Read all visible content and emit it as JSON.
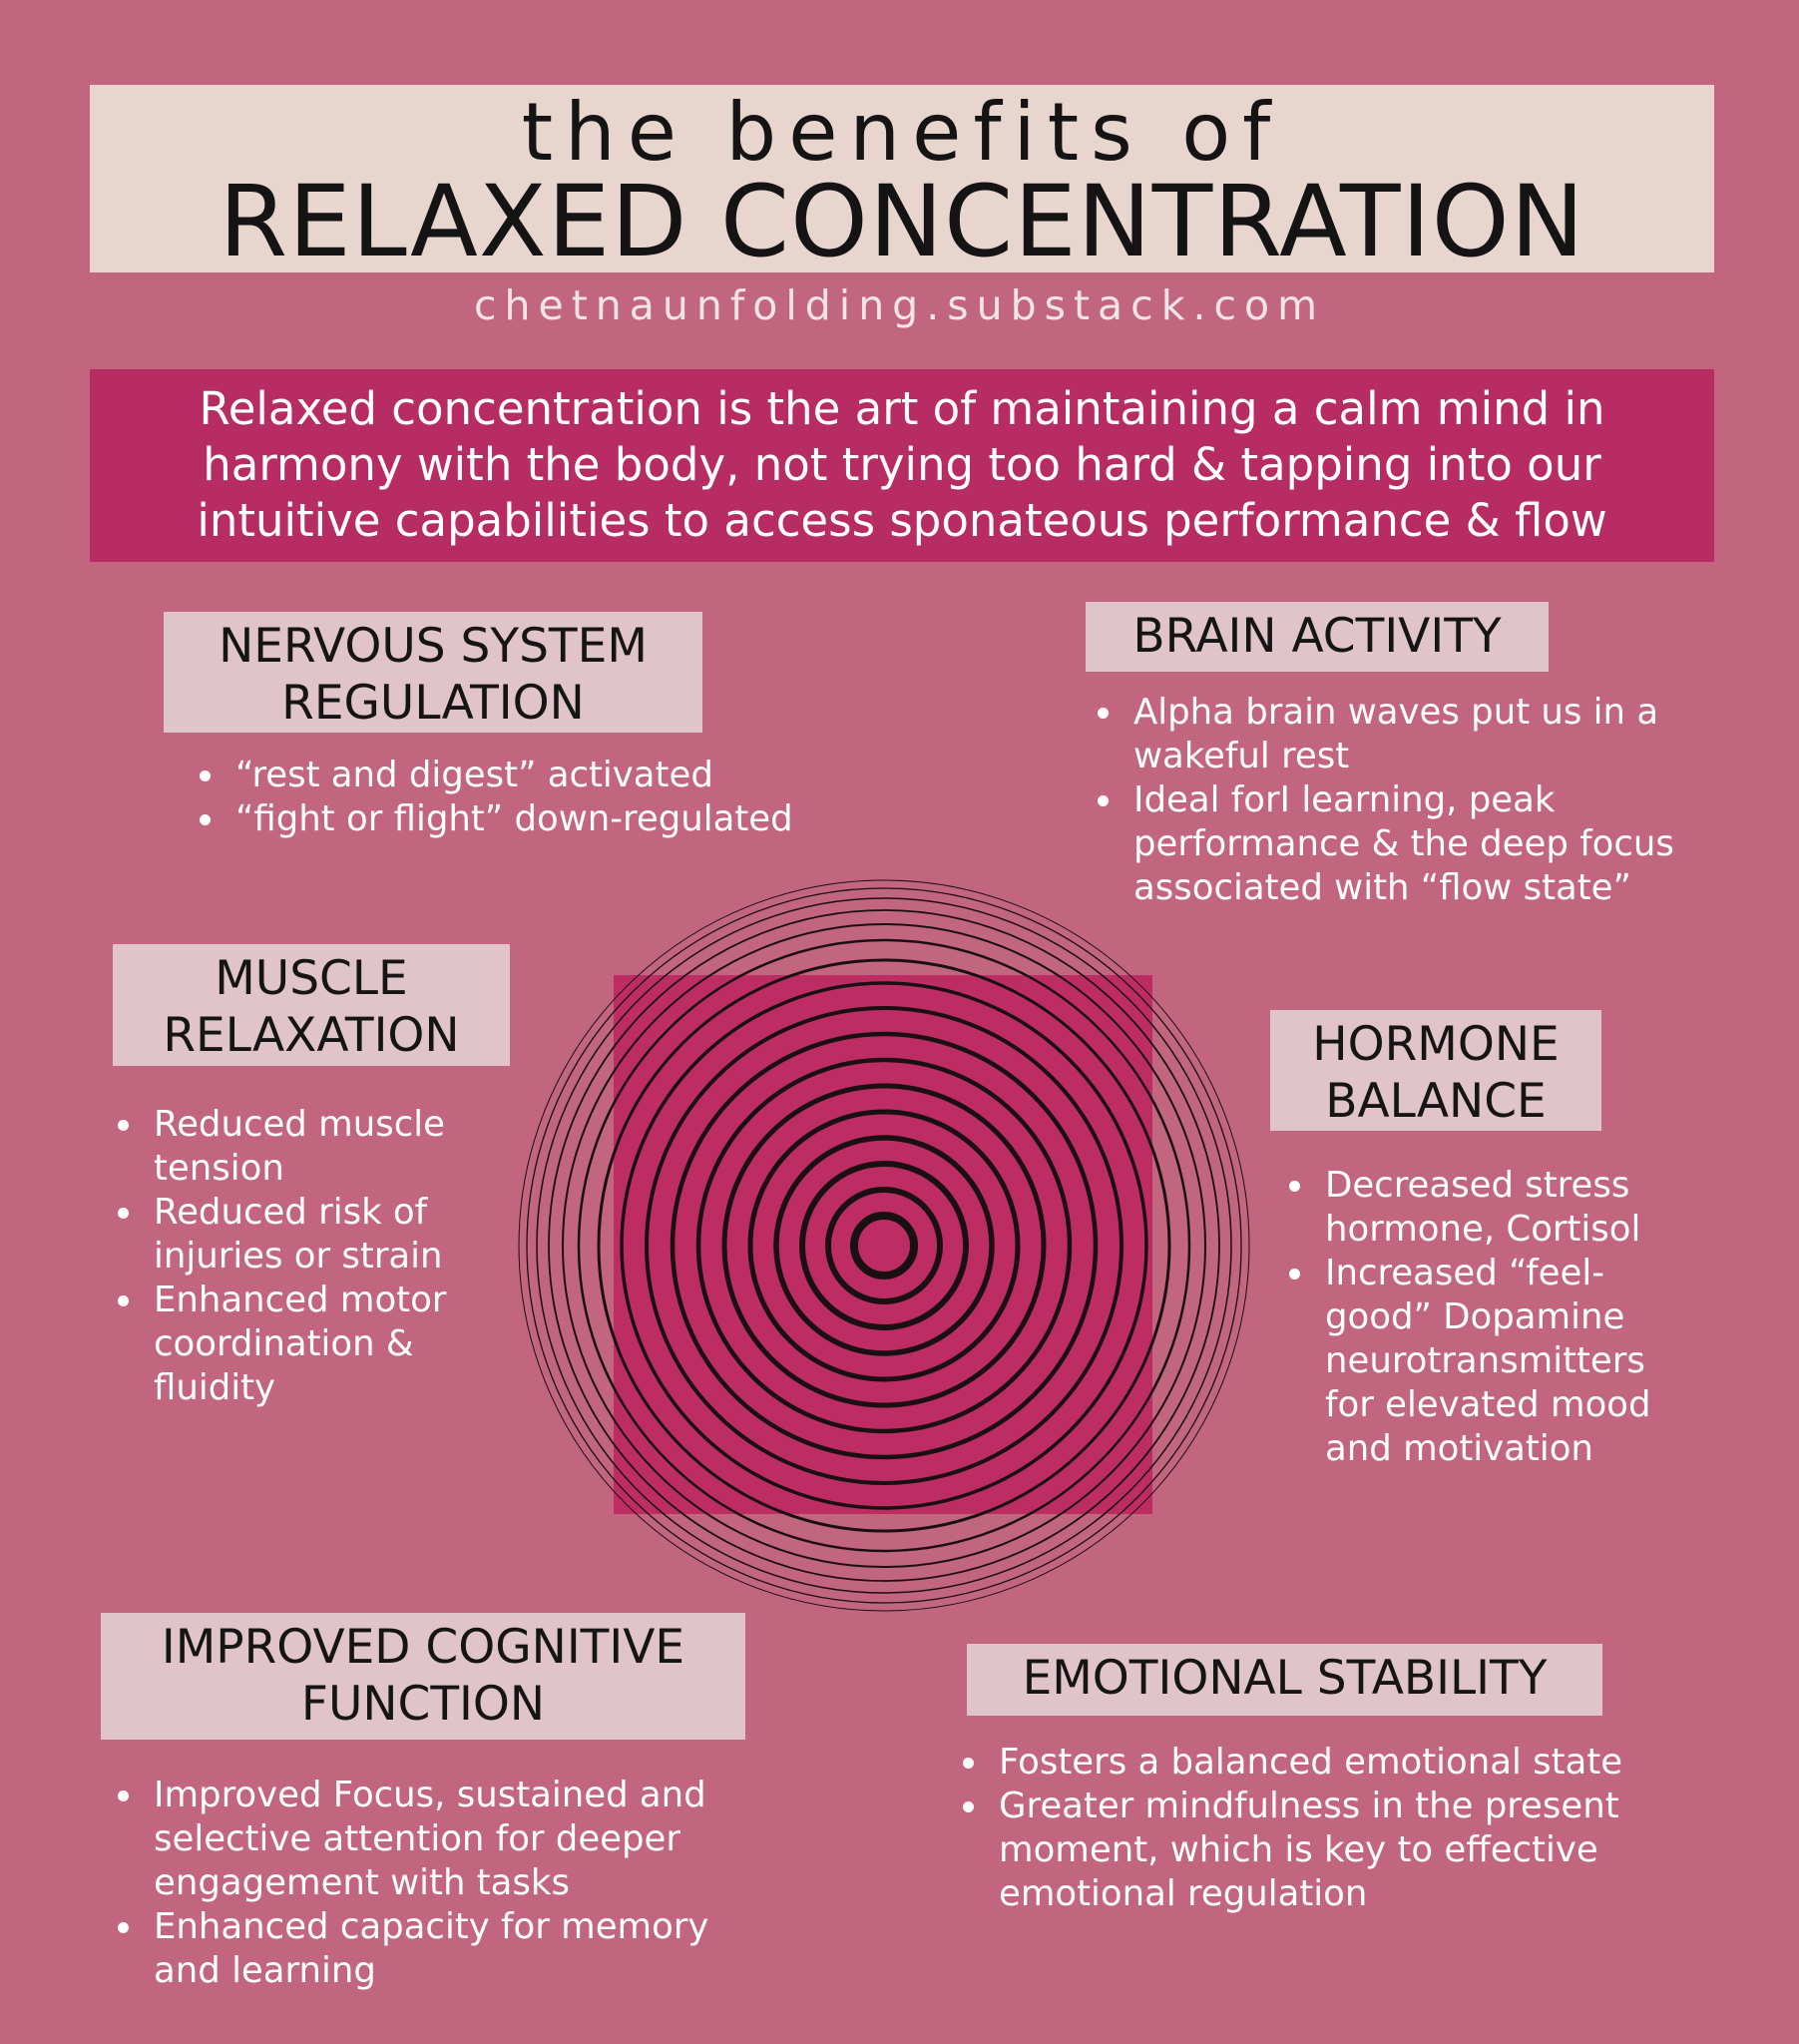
{
  "title": {
    "line1": "the benefits of",
    "line2": "RELAXED CONCENTRATION"
  },
  "website": "chetnaunfolding.substack.com",
  "intro": {
    "lines": [
      "Relaxed concentration is the art of maintaining a calm mind in",
      "harmony with the body, not trying too hard & tapping into our",
      "intuitive capabilities to access sponateous performance & flow"
    ]
  },
  "sections": {
    "nervous": {
      "heading": [
        "NERVOUS SYSTEM",
        "REGULATION"
      ],
      "bullets": [
        [
          "“rest and digest” activated"
        ],
        [
          "“fight or flight” down-regulated"
        ]
      ]
    },
    "brain": {
      "heading": [
        "BRAIN ACTIVITY"
      ],
      "bullets": [
        [
          "Alpha brain waves put us in a",
          "wakeful rest"
        ],
        [
          "Ideal forI learning, peak",
          "performance & the deep focus",
          "associated with “flow state”"
        ]
      ]
    },
    "muscle": {
      "heading": [
        "MUSCLE",
        "RELAXATION"
      ],
      "bullets": [
        [
          "Reduced muscle",
          "tension"
        ],
        [
          "Reduced risk of",
          "injuries or strain"
        ],
        [
          "Enhanced motor",
          "coordination &",
          "fluidity"
        ]
      ]
    },
    "hormone": {
      "heading": [
        "HORMONE",
        "BALANCE"
      ],
      "bullets": [
        [
          "Decreased stress",
          "hormone, Cortisol"
        ],
        [
          "Increased “feel-",
          "good” Dopamine",
          "neurotransmitters",
          "for elevated mood",
          "and motivation"
        ]
      ]
    },
    "cognitive": {
      "heading": [
        "IMPROVED COGNITIVE",
        "FUNCTION"
      ],
      "bullets": [
        [
          "Improved Focus, sustained and",
          "selective attention for deeper",
          "engagement with tasks"
        ],
        [
          "Enhanced capacity for memory",
          "and learning"
        ]
      ]
    },
    "emotional": {
      "heading": [
        "EMOTIONAL STABILITY"
      ],
      "bullets": [
        [
          "Fosters a balanced emotional state"
        ],
        [
          "Greater mindfulness in the present",
          "moment, which is key to effective",
          "emotional regulation"
        ]
      ]
    }
  },
  "graphic": {
    "icon": "concentric-rings-target",
    "square_color": "#bd2d64",
    "ring_color": "#1a1013"
  },
  "colors": {
    "background": "#c2657e",
    "title_box": "#e8d5ce",
    "label_box": "#e0c4c9",
    "intro_box": "#b72d63"
  }
}
